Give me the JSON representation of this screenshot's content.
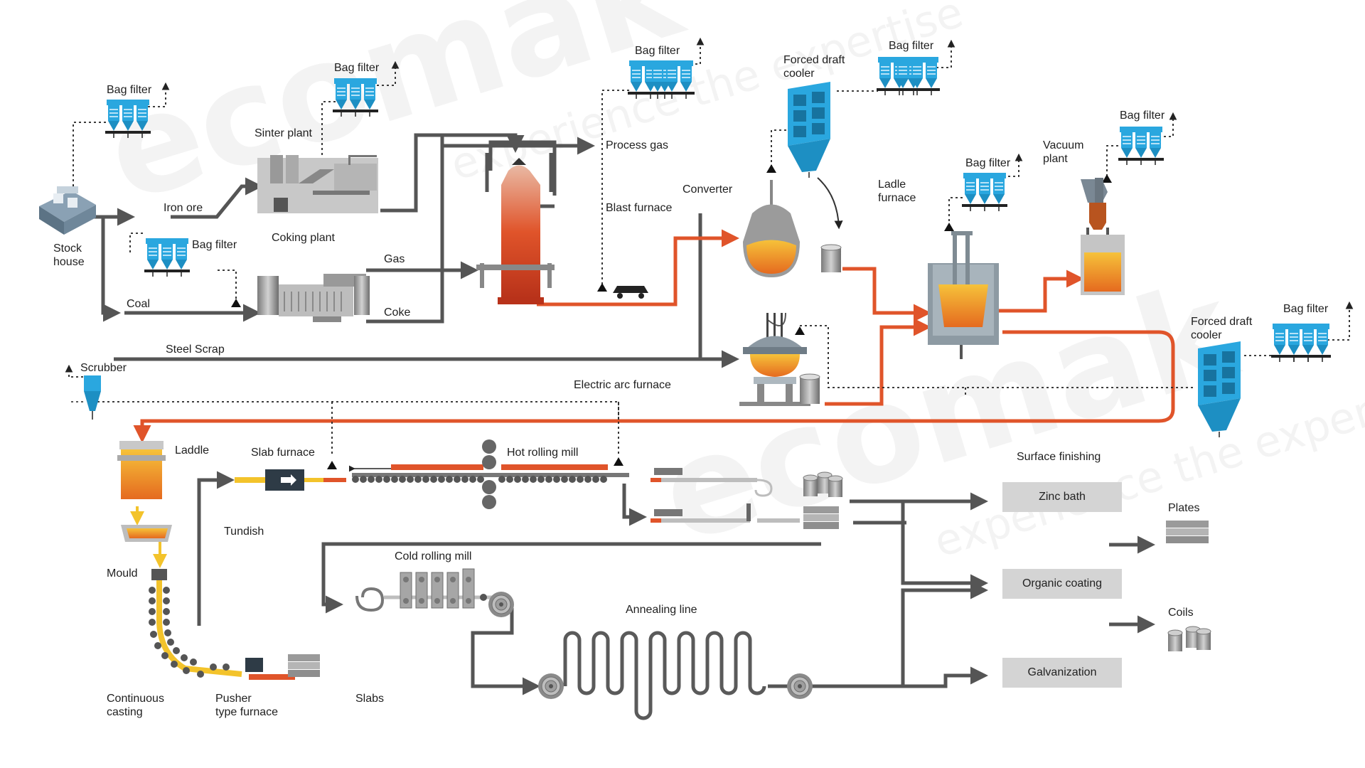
{
  "brand": {
    "watermark": "ecomak",
    "tagline": "experience the expertise"
  },
  "colors": {
    "flow_main": "#555555",
    "flow_hot": "#e0542a",
    "flow_yellow": "#f3c32b",
    "filter_blue": "#2aa7df",
    "box_gray": "#d4d4d4"
  },
  "labels": {
    "stock_house": "Stock\nhouse",
    "iron_ore": "Iron ore",
    "coal": "Coal",
    "sinter_plant": "Sinter plant",
    "coking_plant": "Coking plant",
    "gas": "Gas",
    "coke": "Coke",
    "process_gas": "Process gas",
    "blast_furnace": "Blast furnace",
    "converter": "Converter",
    "forced_draft_cooler": "Forced draft\ncooler",
    "ladle_furnace": "Ladle\nfurnace",
    "vacuum_plant": "Vacuum\nplant",
    "steel_scrap": "Steel Scrap",
    "electric_arc_furnace": "Electric arc furnace",
    "scrubber": "Scrubber",
    "forced_draft_cooler_2": "Forced draft\ncooler",
    "bag_filter": "Bag filter",
    "laddle": "Laddle",
    "tundish": "Tundish",
    "mould": "Mould",
    "continuous_casting": "Continuous\ncasting",
    "pusher_type_furnace": "Pusher\ntype furnace",
    "slabs": "Slabs",
    "slab_furnace": "Slab furnace",
    "hot_rolling_mill": "Hot rolling mill",
    "cold_rolling_mill": "Cold rolling mill",
    "annealing_line": "Annealing line",
    "surface_finishing": "Surface finishing",
    "plates": "Plates",
    "coils": "Coils"
  },
  "finishing_boxes": [
    "Zinc bath",
    "Organic coating",
    "Galvanization"
  ],
  "icons": [
    "stock-house-icon",
    "bag-filter-icon",
    "sinter-plant-icon",
    "coking-plant-icon",
    "blast-furnace-icon",
    "converter-icon",
    "cooler-icon",
    "ladle-furnace-icon",
    "vacuum-plant-icon",
    "electric-arc-furnace-icon",
    "scrubber-icon",
    "laddle-icon",
    "tundish-icon",
    "mould-icon",
    "slab-icon",
    "hot-rolling-mill-icon",
    "cold-rolling-mill-icon",
    "annealing-line-icon",
    "coil-icon",
    "plate-icon",
    "railcar-icon"
  ]
}
